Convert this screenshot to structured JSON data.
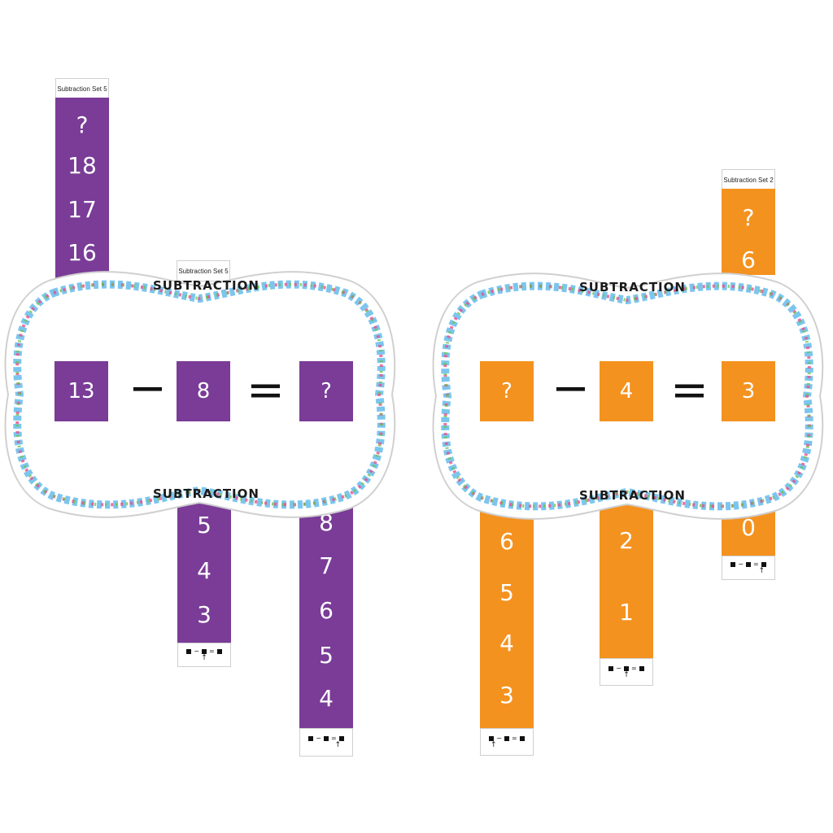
{
  "colors": {
    "purple": "#7a3c97",
    "orange": "#f4921f"
  },
  "left_set": {
    "strip_a": {
      "label": "Subtraction Set 5",
      "numbers": [
        "?",
        "18",
        "17",
        "16"
      ]
    },
    "strip_b": {
      "label": "Subtraction Set 5",
      "numbers": [
        "5",
        "4",
        "3"
      ]
    },
    "strip_c": {
      "numbers": [
        "8",
        "7",
        "6",
        "5",
        "4"
      ]
    },
    "board": {
      "top_title": "SUBTRACTION",
      "bottom_title": "SUBTRACTION",
      "equation": {
        "a": "13",
        "minus": "−",
        "b": "8",
        "equals": "=",
        "c": "?"
      }
    }
  },
  "right_set": {
    "strip_a": {
      "label": "Subtraction Set 2",
      "numbers": [
        "?",
        "6",
        "0"
      ]
    },
    "strip_b": {
      "numbers": [
        "6",
        "5",
        "4",
        "3"
      ]
    },
    "strip_c": {
      "numbers": [
        "2",
        "1"
      ]
    },
    "board": {
      "top_title": "SUBTRACTION",
      "bottom_title": "SUBTRACTION",
      "equation": {
        "a": "?",
        "minus": "−",
        "b": "4",
        "equals": "=",
        "c": "3"
      }
    }
  },
  "footer_symbols": {
    "minus": "−",
    "equals": "=",
    "arrow": "↑"
  }
}
